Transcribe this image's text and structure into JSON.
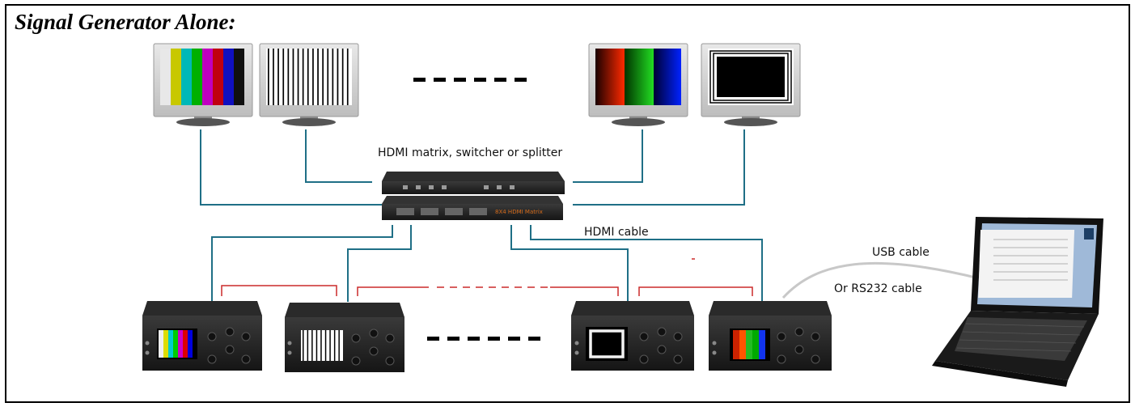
{
  "title": "Signal Generator Alone:",
  "labels": {
    "matrix": "HDMI matrix, switcher or splitter",
    "hdmi_cable": "HDMI cable",
    "usb_cable": "USB cable",
    "rs232_cable": "Or  RS232 cable"
  },
  "colors": {
    "hdmi_line": "#1f6f86",
    "chain_line": "#cc2a2a",
    "frame": "#000000"
  },
  "monitors": [
    {
      "name": "monitor-color-bars",
      "pattern": "color-bars"
    },
    {
      "name": "monitor-vertical-lines",
      "pattern": "vertical-lines"
    },
    {
      "name": "monitor-rgb-gradient",
      "pattern": "rgb-gradient"
    },
    {
      "name": "monitor-border-lines",
      "pattern": "border-lines"
    }
  ],
  "generators": [
    {
      "name": "generator-color-bars",
      "pattern": "color-bars"
    },
    {
      "name": "generator-vertical-lines",
      "pattern": "vertical-lines"
    },
    {
      "name": "generator-white-frame",
      "pattern": "white-frame"
    },
    {
      "name": "generator-rgb-bars",
      "pattern": "rgb-bars"
    }
  ],
  "device_labels": {
    "front": "8X4 HDMI Matrix"
  }
}
